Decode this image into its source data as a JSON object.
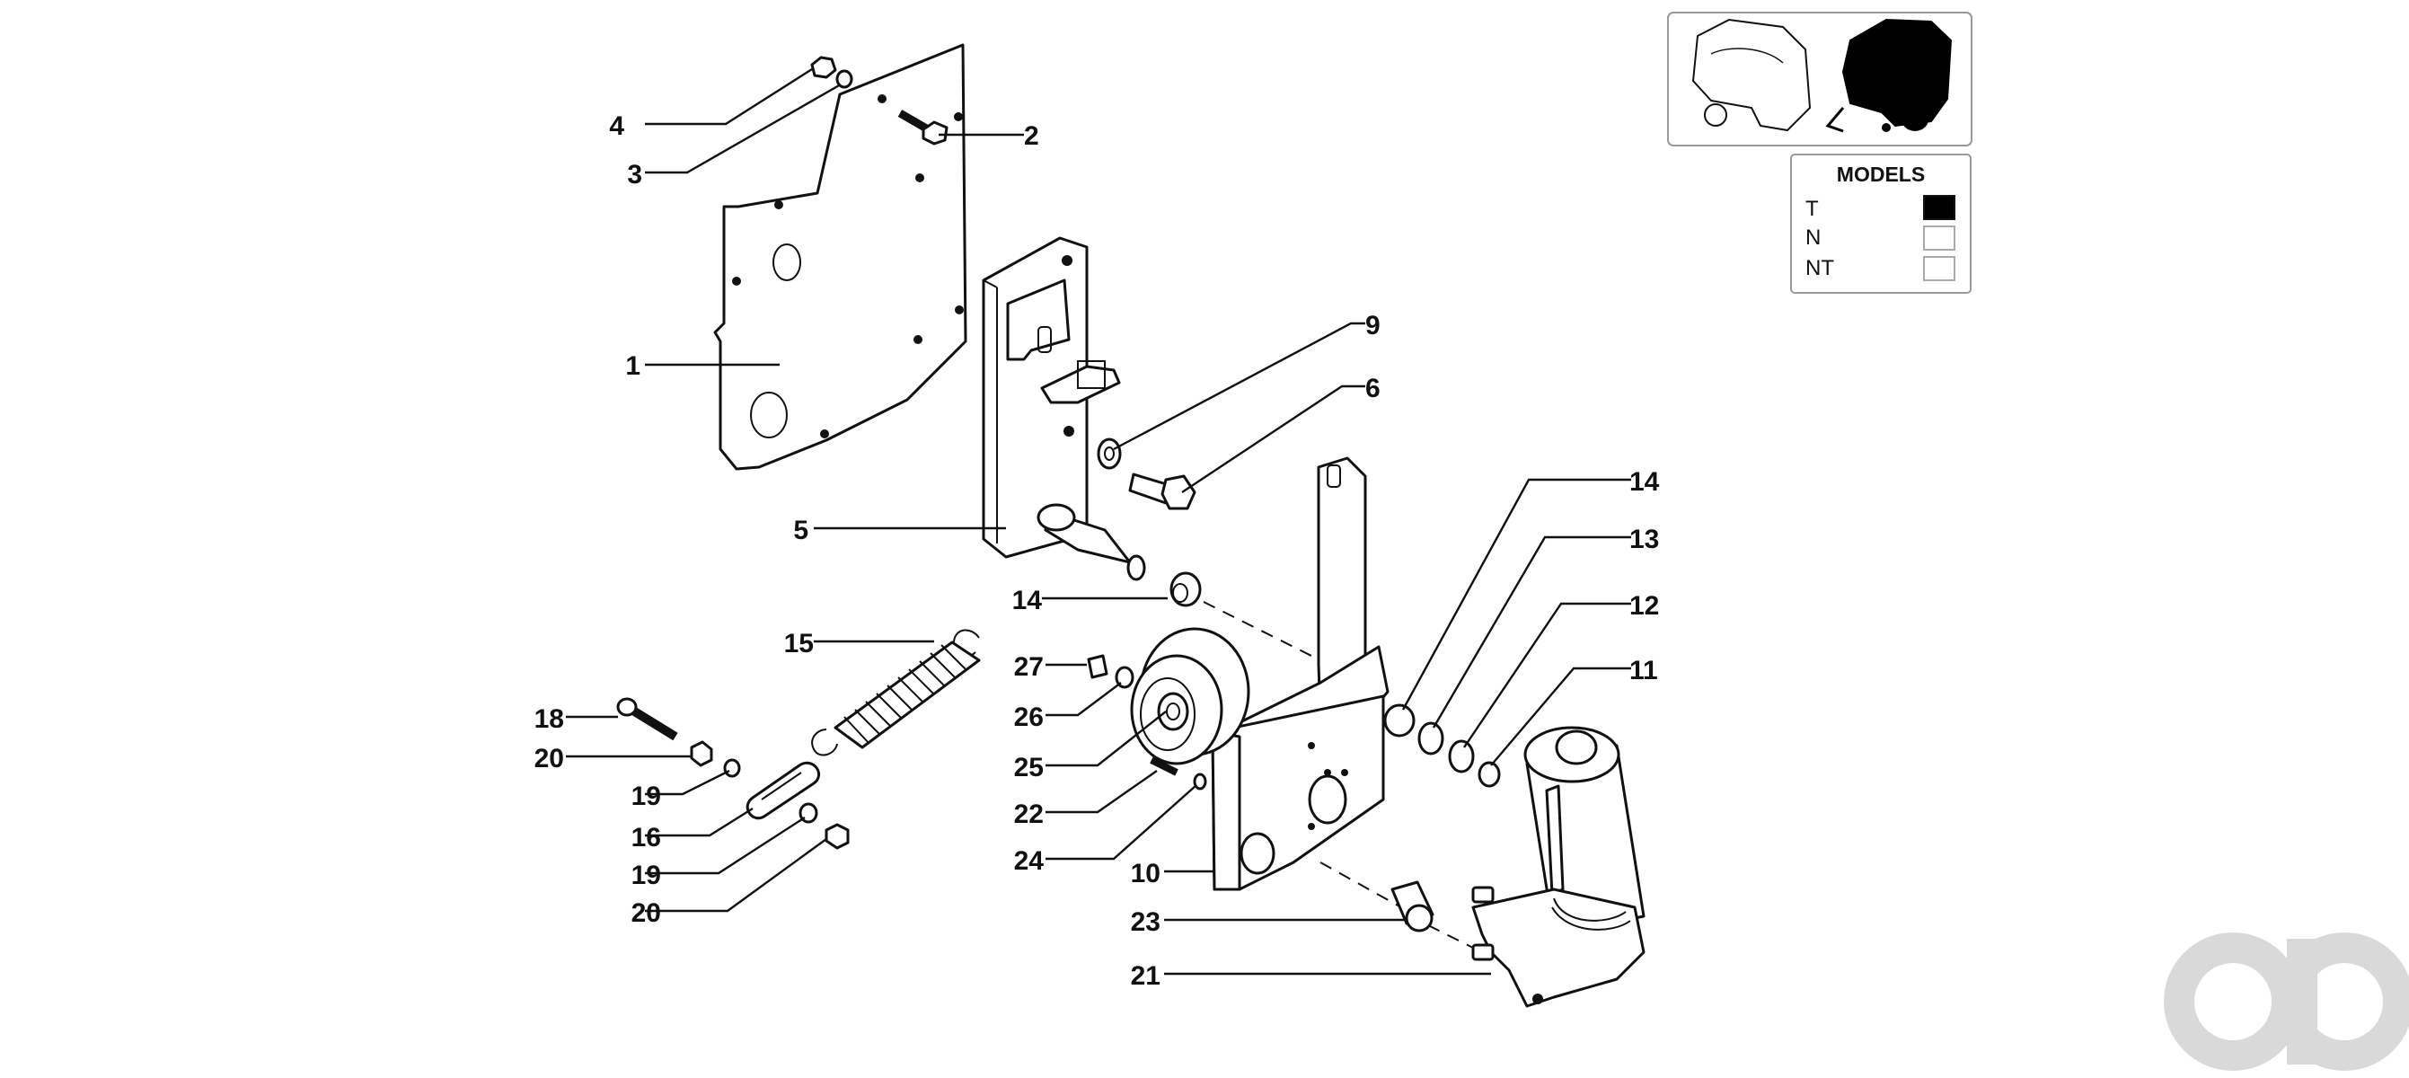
{
  "callouts": [
    {
      "label": "4"
    },
    {
      "label": "3"
    },
    {
      "label": "2"
    },
    {
      "label": "1"
    },
    {
      "label": "9"
    },
    {
      "label": "6"
    },
    {
      "label": "5"
    },
    {
      "label": "14"
    },
    {
      "label": "14"
    },
    {
      "label": "13"
    },
    {
      "label": "12"
    },
    {
      "label": "11"
    },
    {
      "label": "15"
    },
    {
      "label": "27"
    },
    {
      "label": "26"
    },
    {
      "label": "25"
    },
    {
      "label": "18"
    },
    {
      "label": "20"
    },
    {
      "label": "19"
    },
    {
      "label": "16"
    },
    {
      "label": "22"
    },
    {
      "label": "24"
    },
    {
      "label": "19"
    },
    {
      "label": "10"
    },
    {
      "label": "20"
    },
    {
      "label": "23"
    },
    {
      "label": "21"
    }
  ],
  "models": {
    "title": "MODELS",
    "rows": [
      {
        "label": "T",
        "selected": true
      },
      {
        "label": "N",
        "selected": false
      },
      {
        "label": "NT",
        "selected": false
      }
    ]
  },
  "colors": {
    "ink": "#111111",
    "selected": "#000000",
    "logo": "#d9d9d9",
    "frame": "#9a9a9a"
  },
  "icons": [
    "baler-outline-icon",
    "baler-filled-icon",
    "brand-logo"
  ]
}
